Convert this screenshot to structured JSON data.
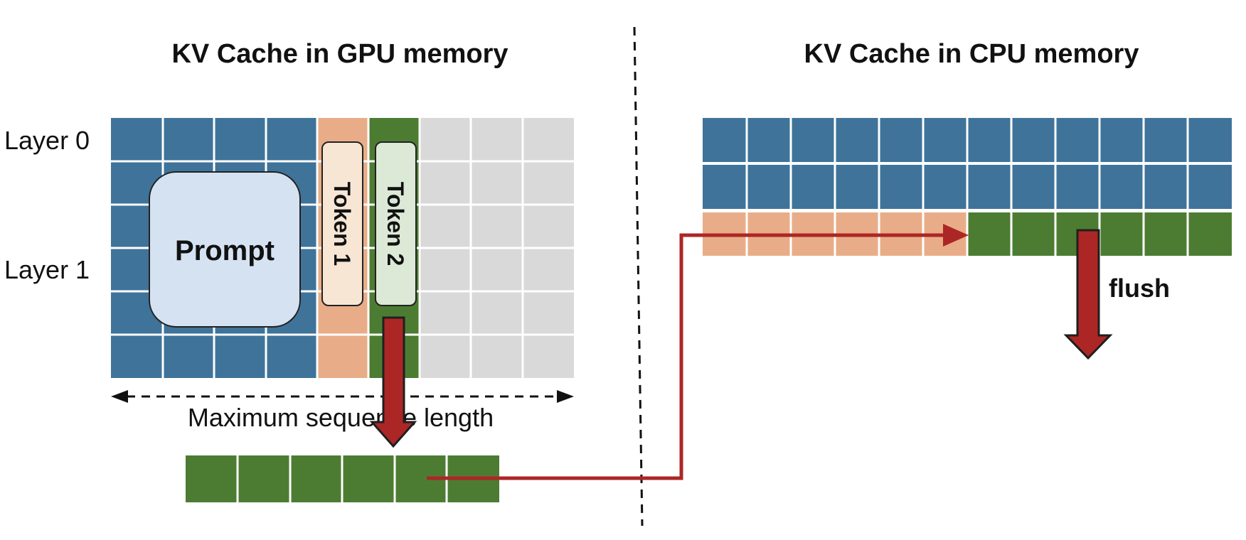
{
  "gpu_panel": {
    "title": "KV Cache in GPU memory",
    "layer_labels": [
      "Layer 0",
      "Layer 1"
    ],
    "prompt_label": "Prompt",
    "token_labels": [
      "Token 1",
      "Token 2"
    ],
    "seq_axis_label": "Maximum sequence length"
  },
  "cpu_panel": {
    "title": "KV Cache in CPU memory",
    "flush_label": "flush"
  },
  "colors": {
    "prompt_cache": "#3f739a",
    "token1_cache": "#e8ad88",
    "token2_cache": "#4c7c32",
    "empty_cache": "#d9d9d9",
    "prompt_box": "#d5e2f2",
    "token1_box": "#f8e6d4",
    "token2_box": "#dbe9d6",
    "arrow": "#ad2626",
    "grid_line": "#ffffff"
  }
}
